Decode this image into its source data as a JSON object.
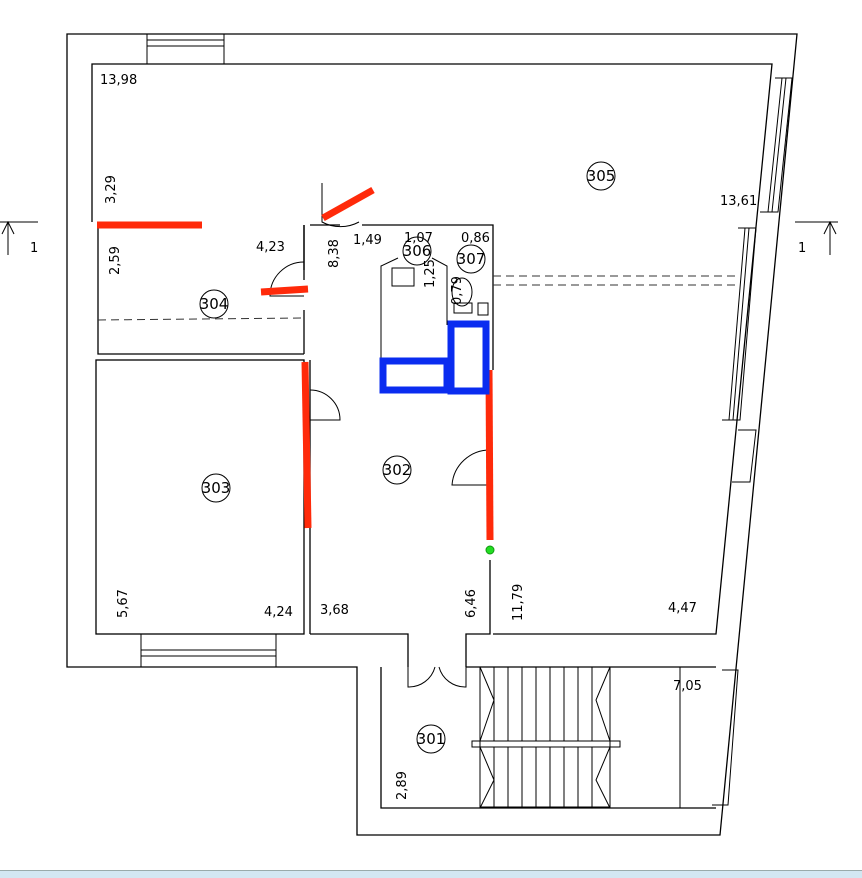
{
  "rooms": {
    "r301": "301",
    "r302": "302",
    "r303": "303",
    "r304": "304",
    "r305": "305",
    "r306": "306",
    "r307": "307"
  },
  "dimensions": {
    "d1": "13,98",
    "d2": "3,29",
    "d3": "2,59",
    "d4": "4,23",
    "d5": "8,38",
    "d6": "1,49",
    "d7": "1,07",
    "d8": "0,86",
    "d9": "1,25",
    "d10": "0,79",
    "d11": "13,61",
    "d12": "5,67",
    "d13": "4,24",
    "d14": "3,68",
    "d15": "6,46",
    "d16": "11,79",
    "d17": "4,47",
    "d18": "7,05",
    "d19": "2,89"
  },
  "section_marks": {
    "left": "1",
    "right": "1"
  },
  "colors": {
    "wall_removed": "#ff2a0a",
    "new_element": "#0a2cf0",
    "marker": "#22dd22"
  }
}
